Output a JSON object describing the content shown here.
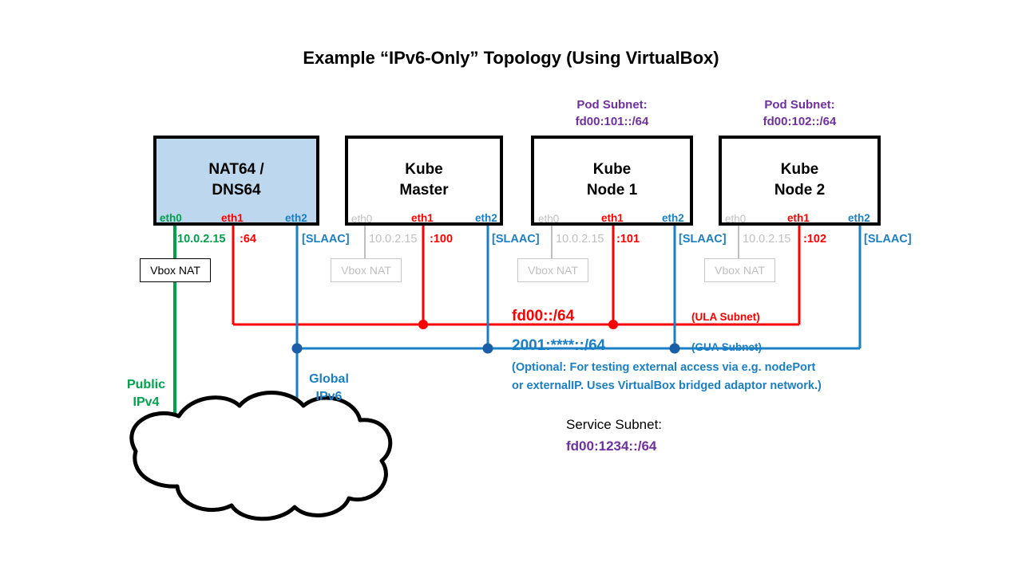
{
  "title": "Example “IPv6-Only” Topology (Using VirtualBox)",
  "colors": {
    "green": "#00a14b",
    "red": "#ff0000",
    "blue": "#1b7fc4",
    "purple": "#7030a0",
    "dim": "#bfbfbf",
    "nat64_fill": "#bdd7ee"
  },
  "hosts": [
    {
      "id": "nat64",
      "name_line1": "NAT64 /",
      "name_line2": "DNS64",
      "pod_subnet": null,
      "interfaces": [
        {
          "name": "eth0",
          "color": "green",
          "address": "10.0.2.15",
          "dim": false
        },
        {
          "name": "eth1",
          "color": "red",
          "address": ":64",
          "dim": false
        },
        {
          "name": "eth2",
          "color": "blue",
          "address": "[SLAAC]",
          "dim": false
        }
      ],
      "vbox_label": "Vbox NAT",
      "vbox_dim": false
    },
    {
      "id": "kube-master",
      "name_line1": "Kube",
      "name_line2": "Master",
      "pod_subnet": null,
      "interfaces": [
        {
          "name": "eth0",
          "color": "dim",
          "address": "10.0.2.15",
          "dim": true
        },
        {
          "name": "eth1",
          "color": "red",
          "address": ":100",
          "dim": false
        },
        {
          "name": "eth2",
          "color": "blue",
          "address": "[SLAAC]",
          "dim": false
        }
      ],
      "vbox_label": "Vbox NAT",
      "vbox_dim": true
    },
    {
      "id": "kube-node-1",
      "name_line1": "Kube",
      "name_line2": "Node 1",
      "pod_subnet": {
        "label": "Pod Subnet:",
        "value": "fd00:101::/64"
      },
      "interfaces": [
        {
          "name": "eth0",
          "color": "dim",
          "address": "10.0.2.15",
          "dim": true
        },
        {
          "name": "eth1",
          "color": "red",
          "address": ":101",
          "dim": false
        },
        {
          "name": "eth2",
          "color": "blue",
          "address": "[SLAAC]",
          "dim": false
        }
      ],
      "vbox_label": "Vbox NAT",
      "vbox_dim": true
    },
    {
      "id": "kube-node-2",
      "name_line1": "Kube",
      "name_line2": "Node 2",
      "pod_subnet": {
        "label": "Pod Subnet:",
        "value": "fd00:102::/64"
      },
      "interfaces": [
        {
          "name": "eth0",
          "color": "dim",
          "address": "10.0.2.15",
          "dim": true
        },
        {
          "name": "eth1",
          "color": "red",
          "address": ":102",
          "dim": false
        },
        {
          "name": "eth2",
          "color": "blue",
          "address": "[SLAAC]",
          "dim": false
        }
      ],
      "vbox_label": "Vbox NAT",
      "vbox_dim": true
    }
  ],
  "networks": {
    "ula": {
      "label": "fd00::/64",
      "note": "(ULA Subnet)"
    },
    "gua": {
      "label": "2001:****::/64",
      "note": "(GUA Subnet)"
    },
    "optional_note_line1": "(Optional: For testing external access via e.g. nodePort",
    "optional_note_line2": "or externalIP. Uses VirtualBox bridged adaptor network.)"
  },
  "cloud_links": {
    "ipv4_line1": "Public",
    "ipv4_line2": "IPv4",
    "ipv6_line1": "Global",
    "ipv6_line2": "IPv6"
  },
  "service_subnet": {
    "label": "Service Subnet:",
    "value": "fd00:1234::/64"
  }
}
